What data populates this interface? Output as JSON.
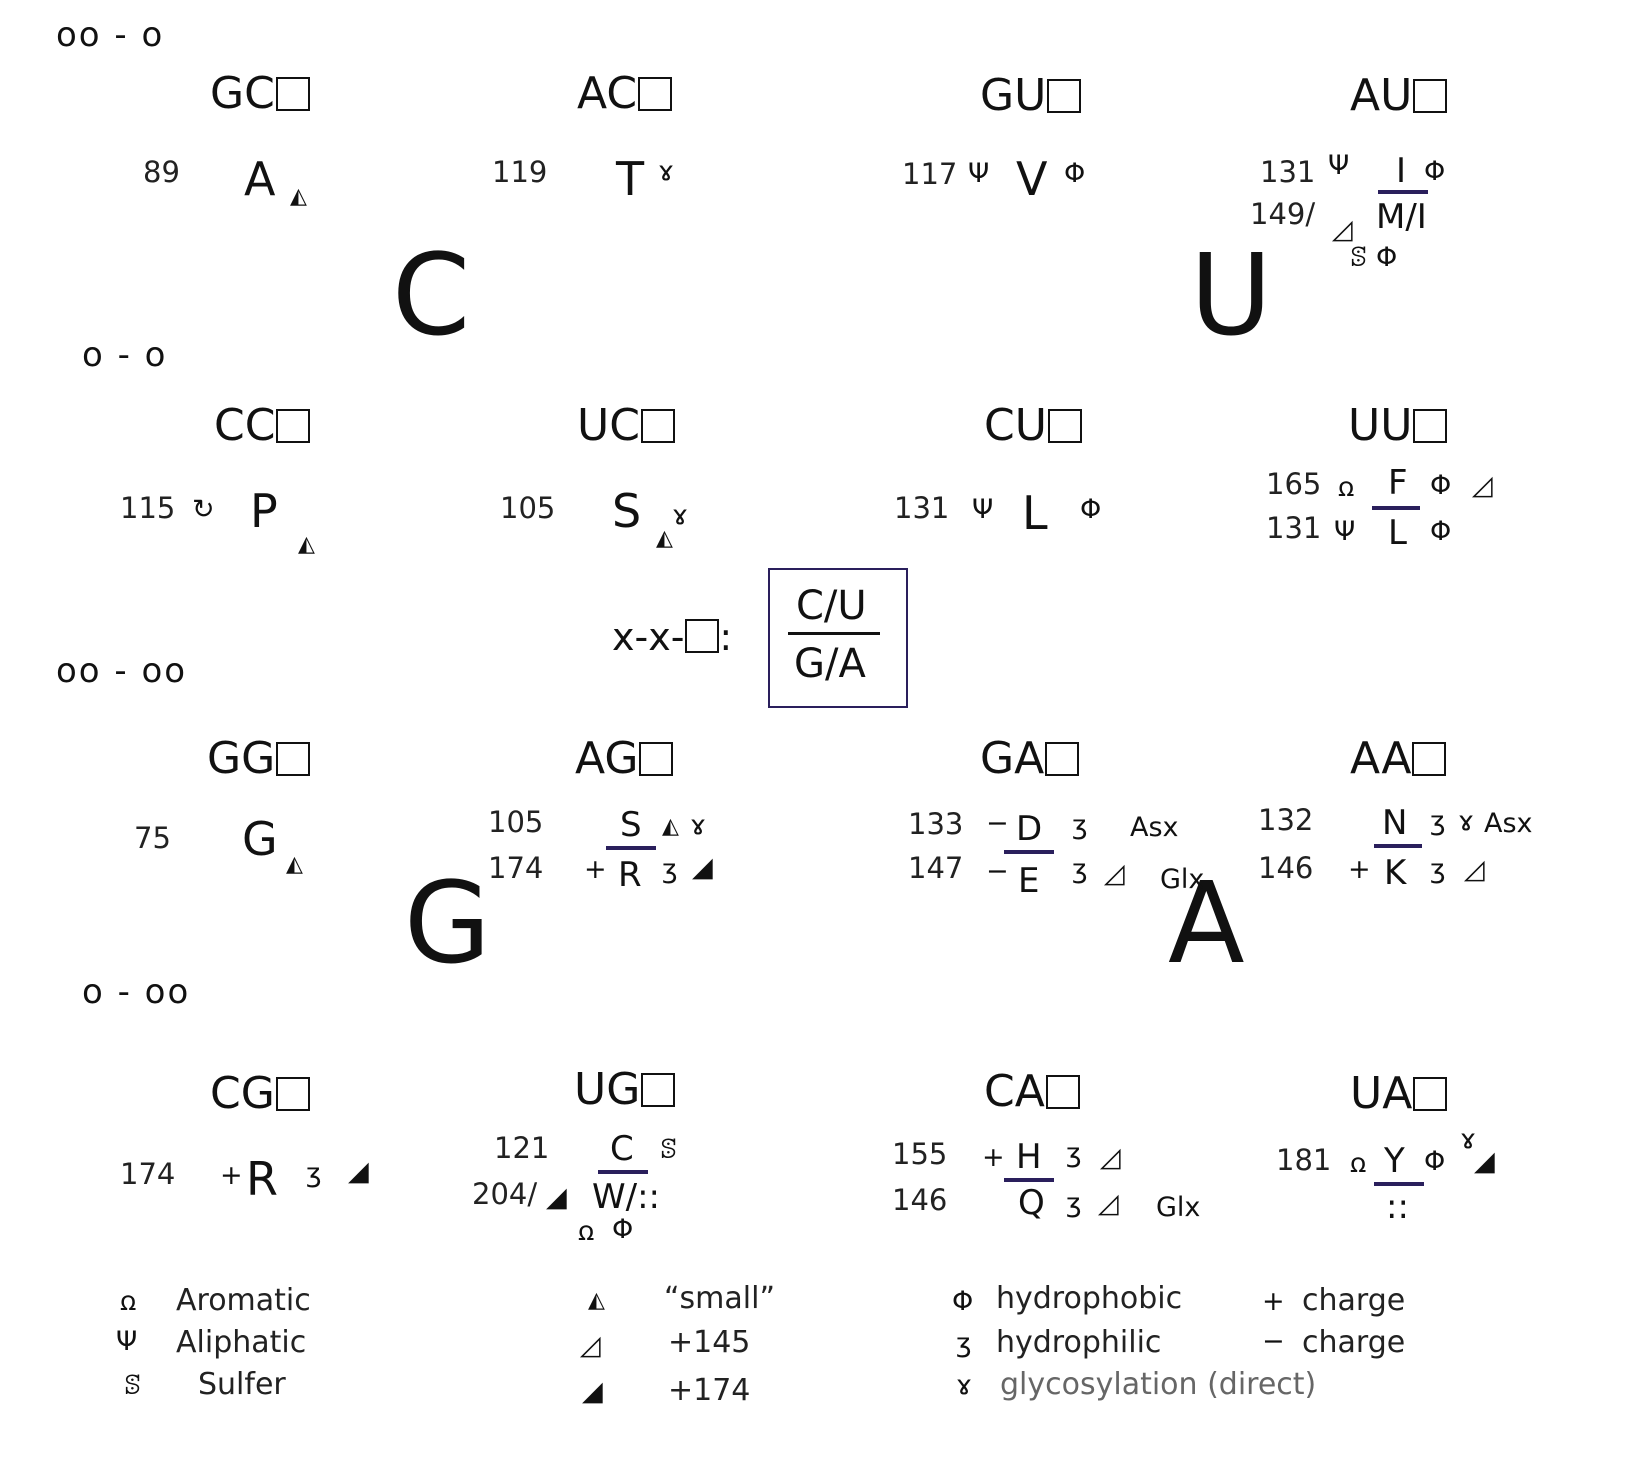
{
  "patterns": [
    "oo - o",
    "o - o",
    "oo - oo",
    "o - oo"
  ],
  "big_letters": [
    "C",
    "U",
    "G",
    "A"
  ],
  "codons": [
    "GC",
    "AC",
    "GU",
    "AU",
    "CC",
    "UC",
    "CU",
    "UU",
    "GG",
    "AG",
    "GA",
    "AA",
    "CG",
    "UG",
    "CA",
    "UA"
  ],
  "entries": {
    "GC": {
      "mass": "89",
      "aa": "A"
    },
    "AC": {
      "mass": "119",
      "aa": "T"
    },
    "GU": {
      "mass": "117",
      "aa": "V"
    },
    "AU": {
      "mass": "131",
      "aa": "I",
      "mass2": "149/",
      "aa2": "M/I"
    },
    "CC": {
      "mass": "115",
      "aa": "P"
    },
    "UC": {
      "mass": "105",
      "aa": "S"
    },
    "CU": {
      "mass": "131",
      "aa": "L"
    },
    "UU": {
      "mass": "165",
      "aa": "F",
      "mass2": "131",
      "aa2": "L"
    },
    "GG": {
      "mass": "75",
      "aa": "G"
    },
    "AG": {
      "mass": "105",
      "aa": "S",
      "mass2": "174",
      "aa2": "R"
    },
    "GA": {
      "mass": "133",
      "aa": "D",
      "mass2": "147",
      "aa2": "E",
      "tag": "Asx",
      "tag2": "Glx"
    },
    "AA": {
      "mass": "132",
      "aa": "N",
      "mass2": "146",
      "aa2": "K",
      "tag": "Asx"
    },
    "CG": {
      "mass": "174",
      "aa": "R"
    },
    "UG": {
      "mass": "121",
      "aa": "C",
      "mass2": "204/",
      "aa2": "W/::"
    },
    "CA": {
      "mass": "155",
      "aa": "H",
      "mass2": "146",
      "aa2": "Q",
      "tag2": "Glx"
    },
    "UA": {
      "mass": "181",
      "aa": "Y",
      "aa2": "::"
    }
  },
  "key": {
    "prefix": "x-x-",
    "top": "C/U",
    "bottom": "G/A"
  },
  "symbols": {
    "aromatic": "ꭥ",
    "aliphatic": "Ψ",
    "sulfur": "ꕷ",
    "small": "◭",
    "plus145": "◿",
    "plus174": "◢",
    "hydrophobic": "Φ",
    "hydrophilic": "ʒ",
    "glyco": "ɤ",
    "plus": "+",
    "minus": "−"
  },
  "legend": {
    "aromatic": "Aromatic",
    "aliphatic": "Aliphatic",
    "sulfur": "Sulfer",
    "small": "“small”",
    "plus145": "+145",
    "plus174": "+174",
    "hydrophobic": "hydrophobic",
    "hydrophilic": "hydrophilic",
    "glyco": "glycosylation (direct)",
    "plus_charge": "charge",
    "minus_charge": "charge"
  },
  "colors": {
    "bar": "#2a1f5c",
    "text": "#111111",
    "muted": "#666666"
  }
}
